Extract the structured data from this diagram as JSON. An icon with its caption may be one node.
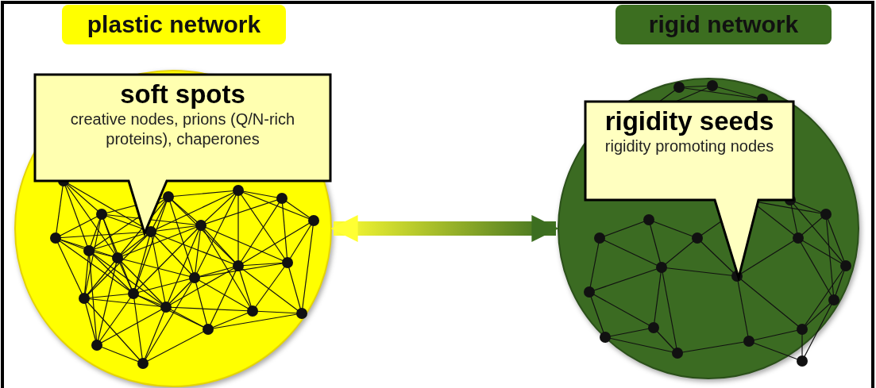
{
  "diagram": {
    "nodes": [
      {
        "text": [
          "plastic network"
        ]
      },
      {
        "text": [],
        "shape": "circle"
      },
      {
        "text": [
          "soft spots",
          "creative nodes, prions (Q/N-rich proteins), chaperones"
        ],
        "in": 1
      },
      {
        "text": [
          "rigid network"
        ]
      },
      {
        "text": [],
        "shape": "circle"
      },
      {
        "text": [
          "rigidity seeds",
          "rigidity promoting nodes"
        ],
        "in": 4
      }
    ],
    "edges": [
      {
        "from": 1,
        "to": 4,
        "arrow": "both"
      }
    ]
  }
}
